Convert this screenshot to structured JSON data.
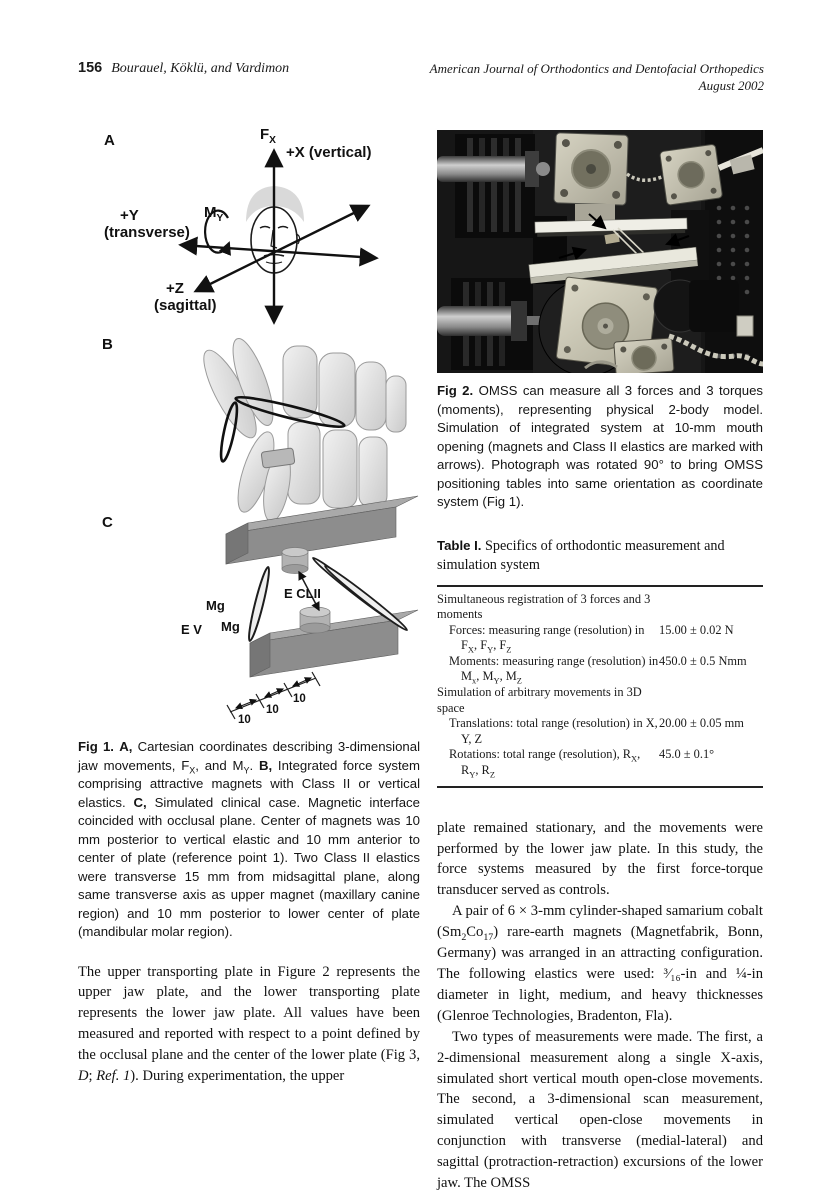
{
  "header": {
    "page_number": "156",
    "authors": "Bourauel, Köklü, and Vardimon",
    "journal": "American Journal of Orthodontics and Dentofacial Orthopedics",
    "issue": "August 2002"
  },
  "figure1": {
    "panel_a": "A",
    "panel_b": "B",
    "panel_c": "C",
    "axis": {
      "fx": "F<sub>X</sub>",
      "plus_x": "+X  (vertical)",
      "plus_y": "+Y",
      "plus_y_sub": "(transverse)",
      "my": "M<sub>Y</sub>",
      "plus_z": "+Z",
      "plus_z_sub": "(sagittal)"
    },
    "panel_c_labels": {
      "mg_upper": "Mg",
      "mg_lower": "Mg",
      "ev": "E V",
      "eclii": "E CLII",
      "dim1": "10",
      "dim2": "10",
      "dim3": "10"
    },
    "caption": "<b>Fig 1.</b> <b>A,</b> Cartesian coordinates describing 3-dimensional jaw movements, F<sub>X</sub>, and M<sub>Y</sub>. <b>B,</b> Integrated force system comprising attractive magnets with Class II or vertical elastics. <b>C,</b> Simulated clinical case. Magnetic interface coincided with occlusal plane. Center of magnets was 10 mm posterior to vertical elastic and 10 mm anterior to center of plate (reference point 1). Two Class II elastics were transverse 15 mm from midsagittal plane, along same transverse axis as upper magnet (maxillary canine region) and 10 mm posterior to lower center of plate (mandibular molar region)."
  },
  "figure2": {
    "caption": "<b>Fig 2.</b> OMSS can measure all 3 forces and 3 torques (moments), representing physical 2-body model. Simulation of integrated system at 10-mm mouth opening (magnets and Class II elastics are marked with arrows). Photograph was rotated 90° to bring OMSS positioning tables into same orientation as coordinate system (Fig 1)."
  },
  "table1": {
    "title_label": "Table I.",
    "title_text": "Specifics of orthodontic measurement and simulation system",
    "rows": [
      {
        "label": "Simultaneous registration of 3 forces and 3 moments",
        "value": ""
      },
      {
        "label": "Forces: measuring range (resolution) in F<sub>X</sub>, F<sub>Y</sub>, F<sub>Z</sub>",
        "value": "15.00 ± 0.02 N"
      },
      {
        "label": "Moments: measuring range (resolution) in M<sub>x</sub>, M<sub>Y</sub>, M<sub>Z</sub>",
        "value": "450.0 ± 0.5 Nmm"
      },
      {
        "label": "Simulation of arbitrary movements in 3D space",
        "value": ""
      },
      {
        "label": "Translations: total range (resolution) in X, Y, Z",
        "value": "20.00 ± 0.05 mm"
      },
      {
        "label": "Rotations: total range (resolution), R<sub>X</sub>, R<sub>Y</sub>, R<sub>Z</sub>",
        "value": "45.0 ± 0.1°"
      }
    ]
  },
  "body": {
    "left_p1": "The upper transporting plate in Figure 2 represents the upper jaw plate, and the lower transporting plate represents the lower jaw plate. All values have been measured and reported with respect to a point defined by the occlusal plane and the center of the lower plate (Fig 3, <i>D</i>; <i>Ref. 1</i>). During experimentation, the upper",
    "right_p1": "plate remained stationary, and the movements were performed by the lower jaw plate. In this study, the force systems measured by the first force-torque transducer served as controls.",
    "right_p2": "A pair of 6 × 3-mm cylinder-shaped samarium cobalt (Sm<sub>2</sub>Co<sub>17</sub>) rare-earth magnets (Magnetfabrik, Bonn, Germany) was arranged in an attracting configuration. The following elastics were used: ³⁄₁₆-in and ¼-in diameter in light, medium, and heavy thicknesses (Glenroe Technologies, Bradenton, Fla).",
    "right_p3": "Two types of measurements were made. The first, a 2-dimensional measurement along a single X-axis, simulated short vertical mouth open-close movements. The second, a 3-dimensional scan measurement, simulated vertical open-close movements in conjunction with transverse (medial-lateral) and sagittal (protraction-retraction) excursions of the lower jaw. The OMSS"
  }
}
